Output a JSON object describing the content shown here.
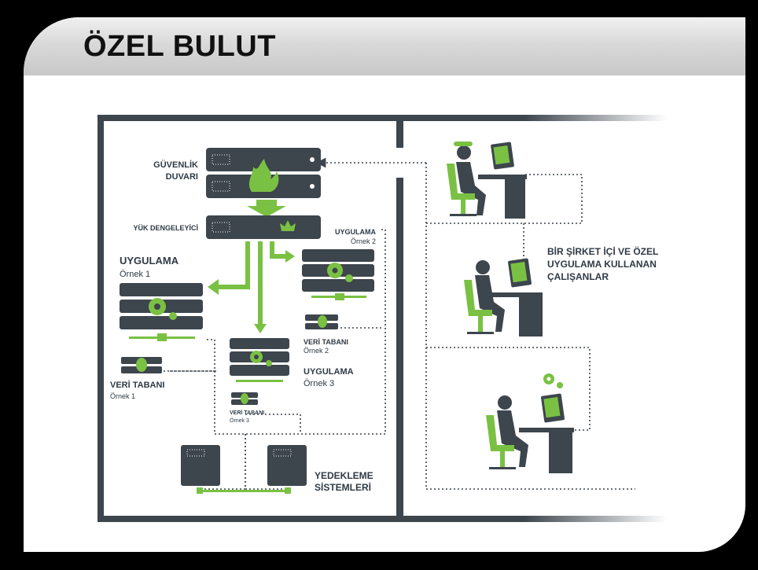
{
  "slide": {
    "title": "ÖZEL BULUT"
  },
  "colors": {
    "accent": "#7ac143",
    "dark": "#3d454d",
    "frame": "#3d454d",
    "text": "#2f3a45"
  },
  "diagram": {
    "firewall_line1": "GÜVENLİK",
    "firewall_line2": "DUVARI",
    "load_balancer": "YÜK DENGELEYİCİ",
    "app1_title": "UYGULAMA",
    "app1_sub": "Örnek 1",
    "app2_title": "UYGULAMA",
    "app2_sub": "Örnek 2",
    "app3_title": "UYGULAMA",
    "app3_sub": "Örnek 3",
    "db1_title": "VERİ TABANI",
    "db1_sub": "Örnek 1",
    "db2_title": "VERİ TABANI",
    "db2_sub": "Örnek 2",
    "db3_title": "VERİ TABANI",
    "db3_sub": "Örnek 3",
    "backup_line1": "YEDEKLEME",
    "backup_line2": "SİSTEMLERİ",
    "employees_line1": "BİR ŞİRKET İÇİ VE ÖZEL",
    "employees_line2": "UYGULAMA KULLANAN",
    "employees_line3": "ÇALIŞANLAR",
    "icons": [
      "fire-icon",
      "crown-icon",
      "gear-icon",
      "database-icon",
      "person-icon",
      "monitor-icon",
      "chair-icon"
    ]
  }
}
